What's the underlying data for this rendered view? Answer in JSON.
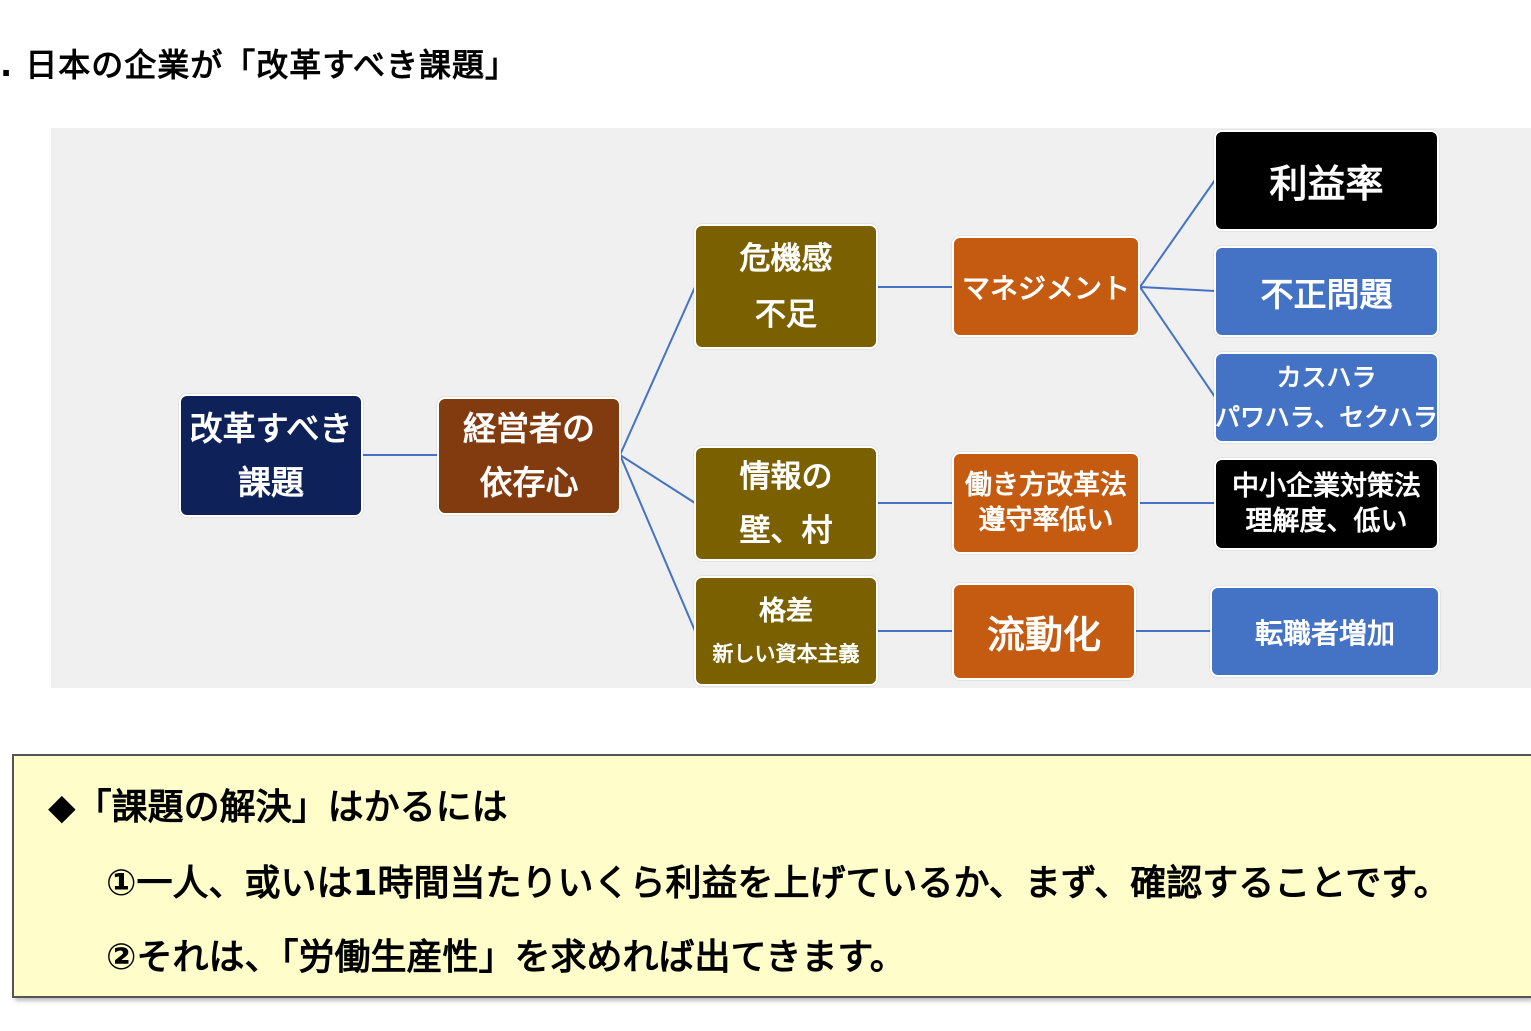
{
  "title": ". 日本の企業が「改革すべき課題」",
  "diagram": {
    "root": [
      "改革すべき",
      "課題"
    ],
    "level1": [
      "経営者の",
      "依存心"
    ],
    "causes": [
      {
        "lines": [
          "危機感",
          "不足"
        ]
      },
      {
        "lines": [
          "情報の",
          "壁、村"
        ]
      },
      {
        "lines": [
          "格差",
          "新しい資本主義"
        ]
      }
    ],
    "middle": [
      {
        "lines": [
          "マネジメント"
        ]
      },
      {
        "lines": [
          "働き方改革法",
          "遵守率低い"
        ]
      },
      {
        "lines": [
          "流動化"
        ]
      }
    ],
    "results": [
      {
        "lines": [
          "利益率"
        ]
      },
      {
        "lines": [
          "不正問題"
        ]
      },
      {
        "lines": [
          "カスハラ",
          "パワハラ、セクハラ"
        ]
      },
      {
        "lines": [
          "中小企業対策法",
          "理解度、低い"
        ]
      },
      {
        "lines": [
          "転職者増加"
        ]
      }
    ],
    "colors": {
      "navy": "#0e2159",
      "brown": "#823a0f",
      "olive": "#7b6000",
      "orange": "#c55a11",
      "blue": "#4472c4",
      "black": "#000000",
      "connector": "#4472c4",
      "panel": "#f0f0f0"
    }
  },
  "note": {
    "heading": "◆「課題の解決」はかるには",
    "line1": "①一人、或いは1時間当たりいくら利益を上げているか、まず、確認することです。",
    "line2": "②それは、「労働生産性」を求めれば出てきます。",
    "background": "#fffdca"
  }
}
